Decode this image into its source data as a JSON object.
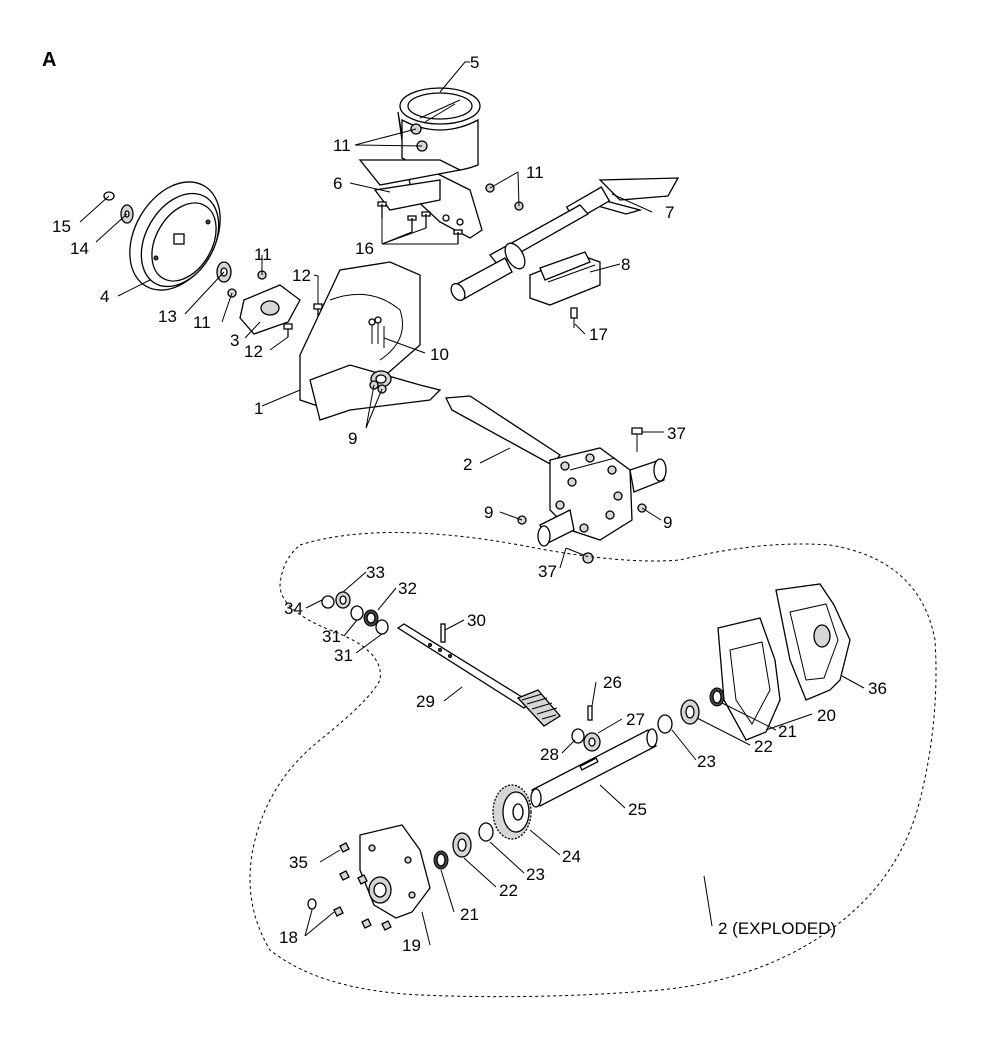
{
  "figure_letter": "A",
  "exploded_label": "2 (EXPLODED)",
  "callouts": {
    "c1": "1",
    "c2": "2",
    "c3": "3",
    "c4": "4",
    "c5": "5",
    "c6": "6",
    "c7": "7",
    "c8": "8",
    "c9a": "9",
    "c9b": "9",
    "c9c": "9",
    "c10": "10",
    "c11a": "11",
    "c11b": "11",
    "c11c": "11",
    "c11d": "11",
    "c12a": "12",
    "c12b": "12",
    "c13": "13",
    "c14": "14",
    "c15": "15",
    "c16": "16",
    "c17": "17",
    "c18": "18",
    "c19": "19",
    "c20": "20",
    "c21a": "21",
    "c21b": "21",
    "c22a": "22",
    "c22b": "22",
    "c23a": "23",
    "c23b": "23",
    "c24": "24",
    "c25": "25",
    "c26": "26",
    "c27": "27",
    "c28": "28",
    "c29": "29",
    "c30": "30",
    "c31a": "31",
    "c31b": "31",
    "c32": "32",
    "c33": "33",
    "c34": "34",
    "c35": "35",
    "c36": "36",
    "c37a": "37",
    "c37b": "37"
  },
  "colors": {
    "line": "#000000",
    "fill": "#ffffff",
    "shade": "#d6d6d6"
  }
}
